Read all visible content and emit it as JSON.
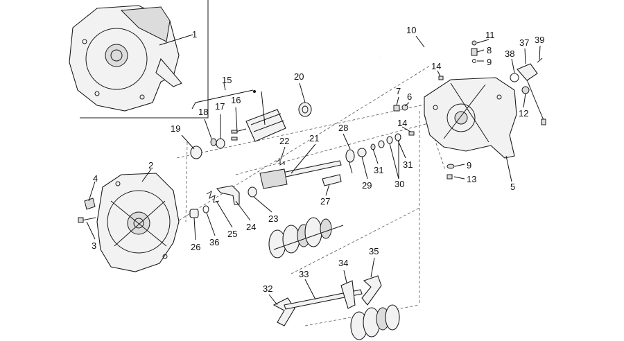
{
  "callouts": [
    {
      "id": "c1",
      "text": "1"
    },
    {
      "id": "c2",
      "text": "2"
    },
    {
      "id": "c3",
      "text": "3"
    },
    {
      "id": "c4",
      "text": "4"
    },
    {
      "id": "c5",
      "text": "5"
    },
    {
      "id": "c6",
      "text": "6"
    },
    {
      "id": "c7",
      "text": "7"
    },
    {
      "id": "c8",
      "text": "8"
    },
    {
      "id": "c9a",
      "text": "9"
    },
    {
      "id": "c9b",
      "text": "9"
    },
    {
      "id": "c10",
      "text": "10"
    },
    {
      "id": "c11",
      "text": "11"
    },
    {
      "id": "c12",
      "text": "12"
    },
    {
      "id": "c13",
      "text": "13"
    },
    {
      "id": "c14a",
      "text": "14"
    },
    {
      "id": "c14b",
      "text": "14"
    },
    {
      "id": "c15",
      "text": "15"
    },
    {
      "id": "c16",
      "text": "16"
    },
    {
      "id": "c17",
      "text": "17"
    },
    {
      "id": "c18",
      "text": "18"
    },
    {
      "id": "c19",
      "text": "19"
    },
    {
      "id": "c20",
      "text": "20"
    },
    {
      "id": "c21",
      "text": "21"
    },
    {
      "id": "c22",
      "text": "22"
    },
    {
      "id": "c23",
      "text": "23"
    },
    {
      "id": "c24",
      "text": "24"
    },
    {
      "id": "c25",
      "text": "25"
    },
    {
      "id": "c26",
      "text": "26"
    },
    {
      "id": "c27",
      "text": "27"
    },
    {
      "id": "c28",
      "text": "28"
    },
    {
      "id": "c29",
      "text": "29"
    },
    {
      "id": "c30",
      "text": "30"
    },
    {
      "id": "c31a",
      "text": "31"
    },
    {
      "id": "c31b",
      "text": "31"
    },
    {
      "id": "c32",
      "text": "32"
    },
    {
      "id": "c33",
      "text": "33"
    },
    {
      "id": "c34",
      "text": "34"
    },
    {
      "id": "c35",
      "text": "35"
    },
    {
      "id": "c36",
      "text": "36"
    },
    {
      "id": "c37",
      "text": "37"
    },
    {
      "id": "c38",
      "text": "38"
    },
    {
      "id": "c39",
      "text": "39"
    }
  ]
}
